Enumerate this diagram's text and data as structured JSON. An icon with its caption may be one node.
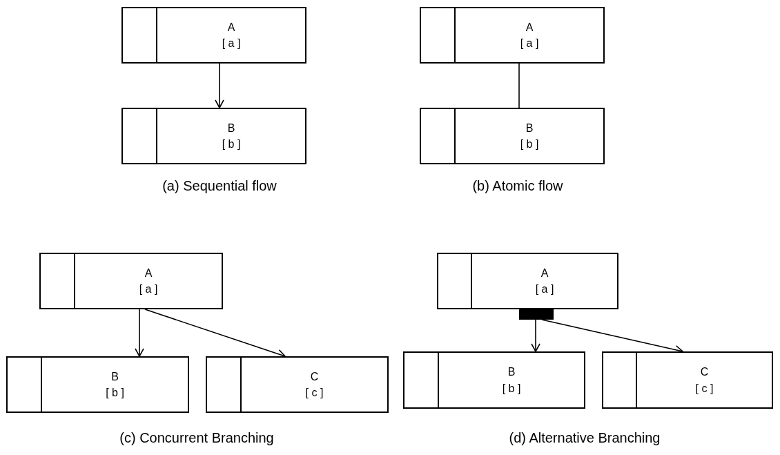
{
  "diagram": {
    "nodes": [
      {
        "text": [
          "A",
          "[ a ]"
        ]
      },
      {
        "text": [
          "B",
          "[ b ]"
        ]
      },
      {
        "text": [
          "A",
          "[ a ]"
        ]
      },
      {
        "text": [
          "B",
          "[ b ]"
        ]
      },
      {
        "text": [
          "A",
          "[ a ]"
        ]
      },
      {
        "text": [
          "B",
          "[ b ]"
        ]
      },
      {
        "text": [
          "C",
          "[ c ]"
        ]
      },
      {
        "text": [
          "A",
          "[ a ]"
        ]
      },
      {
        "text": [],
        "shape": "bar"
      },
      {
        "text": [
          "B",
          "[ b ]"
        ]
      },
      {
        "text": [
          "C",
          "[ c ]"
        ]
      }
    ],
    "edges": [
      {
        "from": 0,
        "to": 1,
        "arrow": "to"
      },
      {
        "from": 2,
        "to": 3,
        "arrow": "none"
      },
      {
        "from": 4,
        "to": 5,
        "arrow": "to"
      },
      {
        "from": 4,
        "to": 6,
        "arrow": "to"
      },
      {
        "from": 8,
        "to": 9,
        "arrow": "to"
      },
      {
        "from": 8,
        "to": 10,
        "arrow": "to"
      }
    ],
    "labels": [
      "(a) Sequential flow",
      "(b) Atomic flow",
      "(c) Concurrent Branching",
      "(d) Alternative Branching"
    ]
  }
}
